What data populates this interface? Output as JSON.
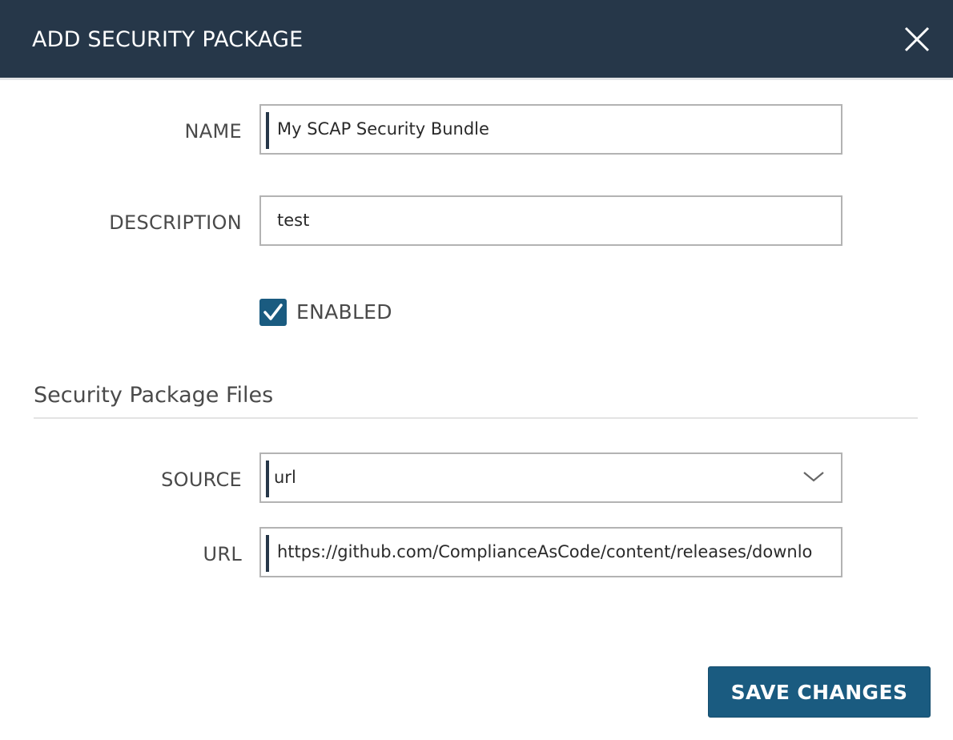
{
  "dialog": {
    "title": "ADD SECURITY PACKAGE",
    "close_icon": "close-icon"
  },
  "form": {
    "name": {
      "label": "NAME",
      "value": "My SCAP Security Bundle"
    },
    "description": {
      "label": "DESCRIPTION",
      "value": "test"
    },
    "enabled": {
      "label": "ENABLED",
      "checked": true
    }
  },
  "files_section": {
    "title": "Security Package Files",
    "source": {
      "label": "SOURCE",
      "value": "url",
      "icon": "chevron-down-icon"
    },
    "url": {
      "label": "URL",
      "value": "https://github.com/ComplianceAsCode/content/releases/downlo"
    }
  },
  "footer": {
    "save_label": "SAVE CHANGES"
  },
  "colors": {
    "header_bg": "#263749",
    "accent": "#1a5b80",
    "border": "#b3b3b3"
  }
}
